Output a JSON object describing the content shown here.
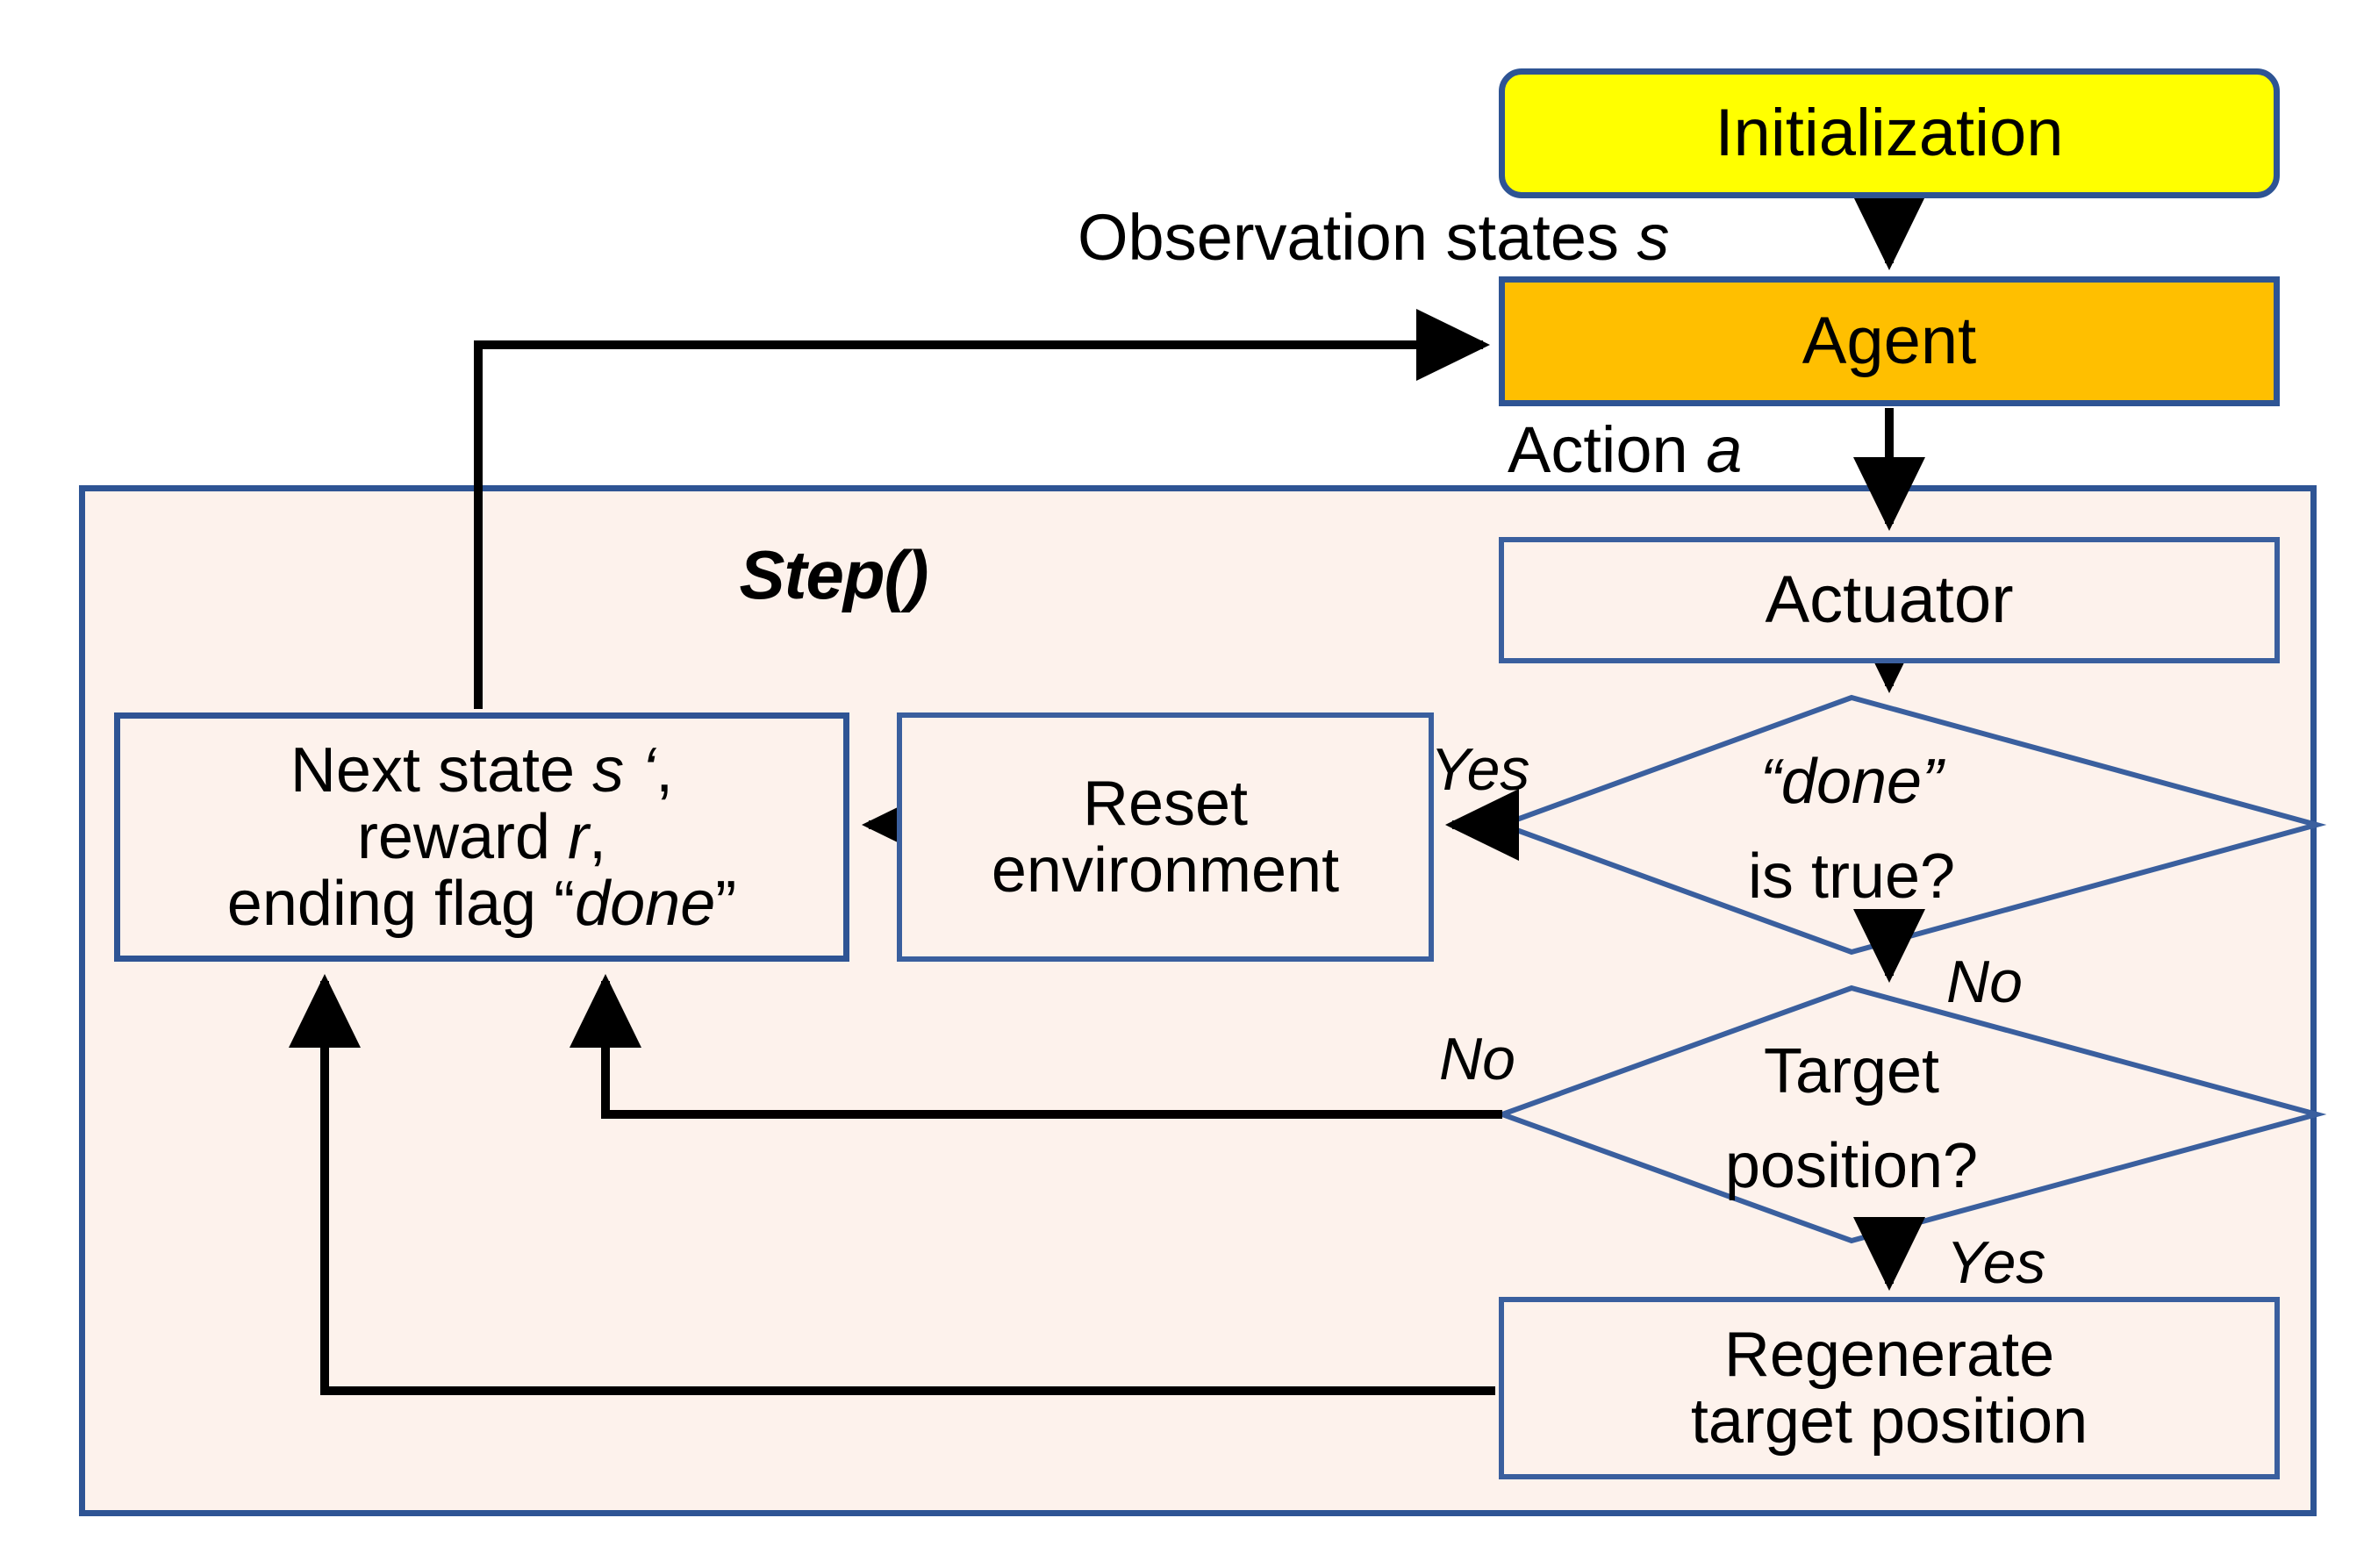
{
  "diagram": {
    "title": "Reinforcement learning environment step loop flowchart",
    "colors": {
      "initialization_fill": "#FFFF00",
      "agent_fill": "#FFBF00",
      "container_fill": "#FDF2EC",
      "box_border": "#2e5494",
      "inner_border": "#3a5f9e",
      "arrow": "#000000"
    },
    "nodes": {
      "initialization": "Initialization",
      "agent": "Agent",
      "actuator": "Actuator",
      "step_container": "Step()",
      "next_state_line1": "Next state s ‘,",
      "next_state_line2": "reward r,",
      "next_state_line3": "ending flag “done”",
      "reset_line1": "Reset",
      "reset_line2": "environment",
      "regenerate_line1": "Regenerate",
      "regenerate_line2": "target position",
      "done_decision_line1": "“done”",
      "done_decision_line2": "is true?",
      "target_decision_line1": "Target",
      "target_decision_line2": "position?"
    },
    "edges": {
      "observation": "Observation states s",
      "action": "Action a",
      "done_yes": "Yes",
      "done_no": "No",
      "target_no": "No",
      "target_yes": "Yes"
    },
    "symbols": {
      "state_var": "s",
      "next_state_var": "s ‘",
      "reward_var": "r",
      "action_var": "a",
      "done_flag": "done"
    }
  }
}
